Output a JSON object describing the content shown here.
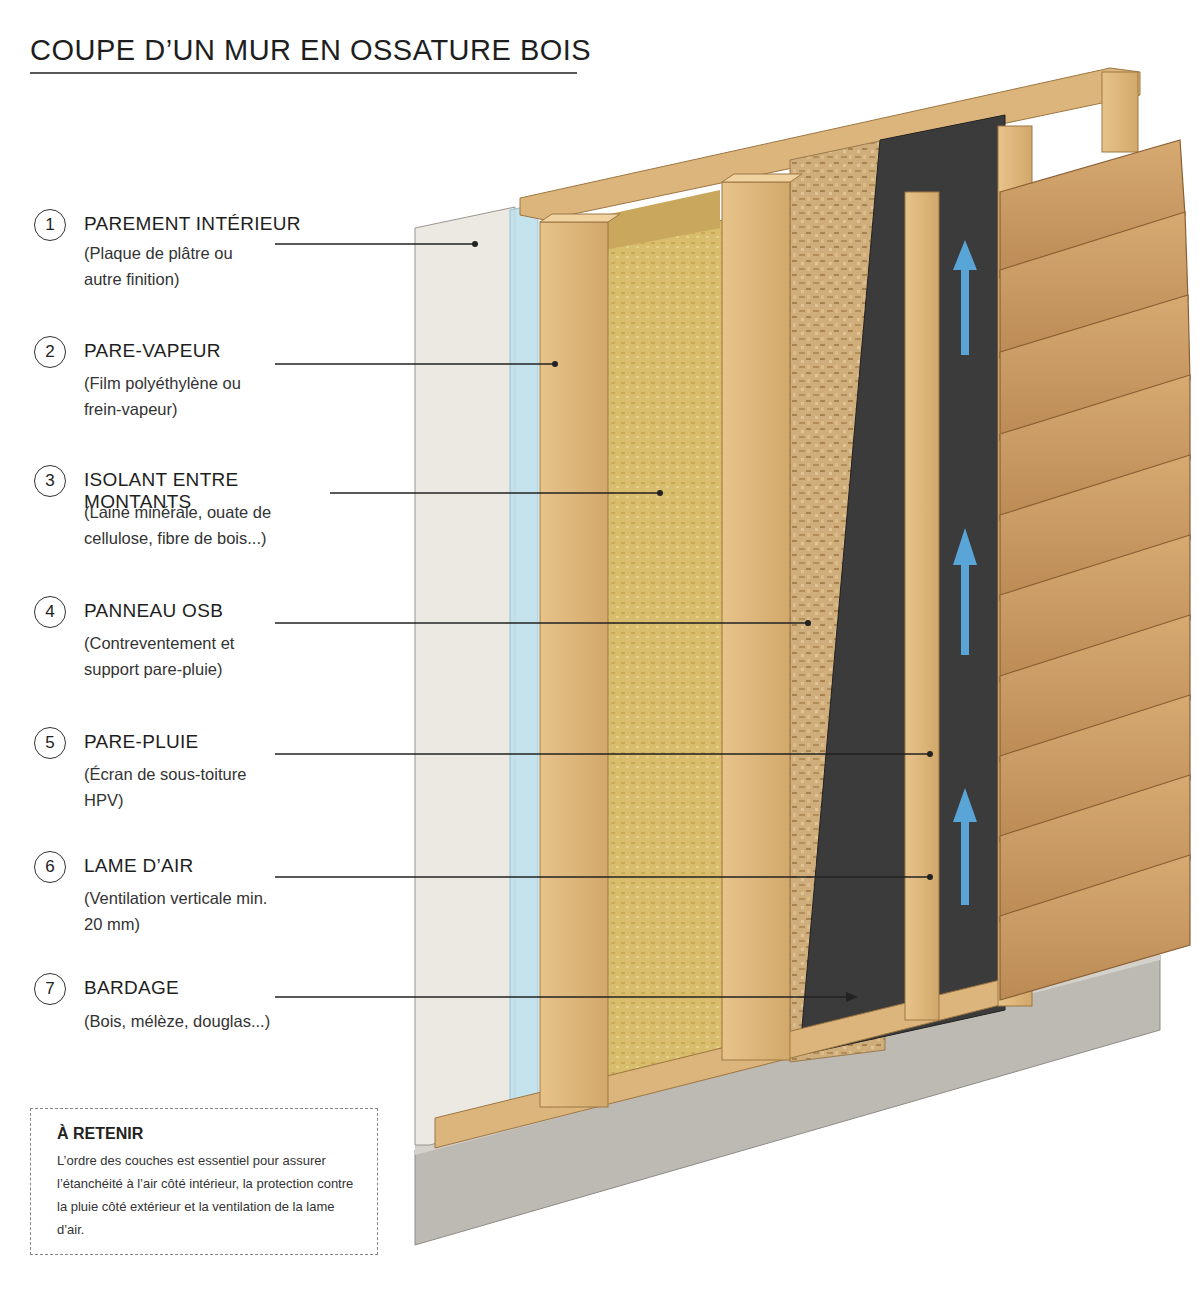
{
  "diagram": {
    "title": "COUPE D’UN MUR EN OSSATURE BOIS",
    "nodes": [
      {
        "text": [
          "1"
        ]
      },
      {
        "text": [
          "2"
        ]
      },
      {
        "text": [
          "3"
        ]
      },
      {
        "text": [
          "4"
        ]
      },
      {
        "text": [
          "5"
        ]
      },
      {
        "text": [
          "6"
        ]
      },
      {
        "text": [
          "7"
        ]
      },
      {
        "text": [
          "À RETENIR",
          "L’ordre des couches est essentiel pour assurer l’étanchéité à l’air côté intérieur, la protection contre la pluie côté extérieur et la ventilation de la lame d’air."
        ]
      }
    ],
    "labels": [
      "PAREMENT INTÉRIEUR",
      "(Plaque de plâtre ou autre finition)",
      "PARE-VAPEUR",
      "(Film polyéthylène ou frein-vapeur)",
      "ISOLANT ENTRE MONTANTS",
      "(Laine minérale, ouate de cellulose, fibre de bois...)",
      "PANNEAU OSB",
      "(Contreventement et support pare-pluie)",
      "PARE-PLUIE",
      "(Écran de sous-toiture HPV)",
      "LAME D’AIR",
      "(Ventilation verticale min. 20 mm)",
      "BARDAGE",
      "(Bois, mélèze, douglas...)"
    ]
  }
}
